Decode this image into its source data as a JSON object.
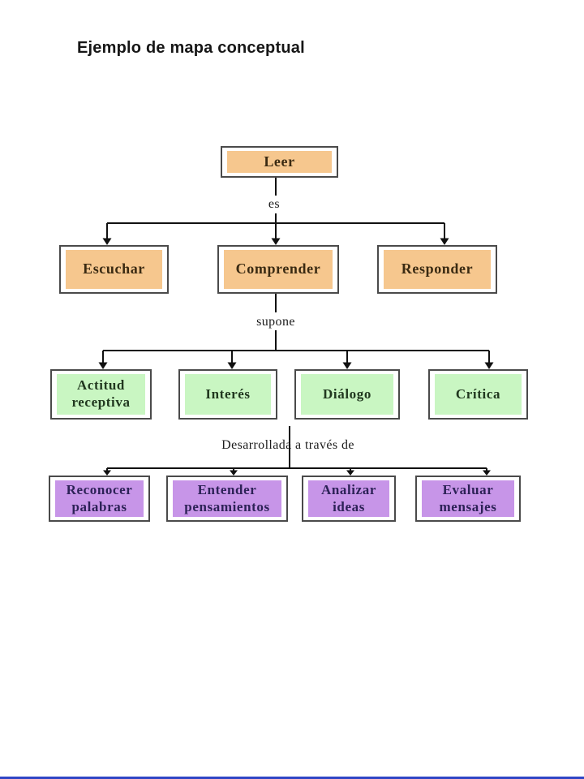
{
  "title": "Ejemplo de mapa conceptual",
  "colors": {
    "level1_fill": "#F6C78E",
    "level2_fill": "#F6C78E",
    "level3_fill": "#C9F6C2",
    "level4_fill": "#C795E8",
    "level1_text": "#3a2a12",
    "level3_text": "#21381f",
    "level4_text": "#2d2257",
    "box_border": "#4a4a4a",
    "line": "#111111",
    "bottom_strip": "#2f45c5"
  },
  "diagram": {
    "root": {
      "label": "Leer"
    },
    "connector1_label": "es",
    "level2": [
      {
        "label": "Escuchar"
      },
      {
        "label": "Comprender"
      },
      {
        "label": "Responder"
      }
    ],
    "connector2_label": "supone",
    "level3": [
      {
        "label": "Actitud receptiva"
      },
      {
        "label": "Interés"
      },
      {
        "label": "Diálogo"
      },
      {
        "label": "Crítica"
      }
    ],
    "connector3_label": "Desarrollada a través de",
    "level4": [
      {
        "label": "Reconocer palabras"
      },
      {
        "label": "Entender pensamientos"
      },
      {
        "label": "Analizar ideas"
      },
      {
        "label": "Evaluar mensajes"
      }
    ]
  }
}
